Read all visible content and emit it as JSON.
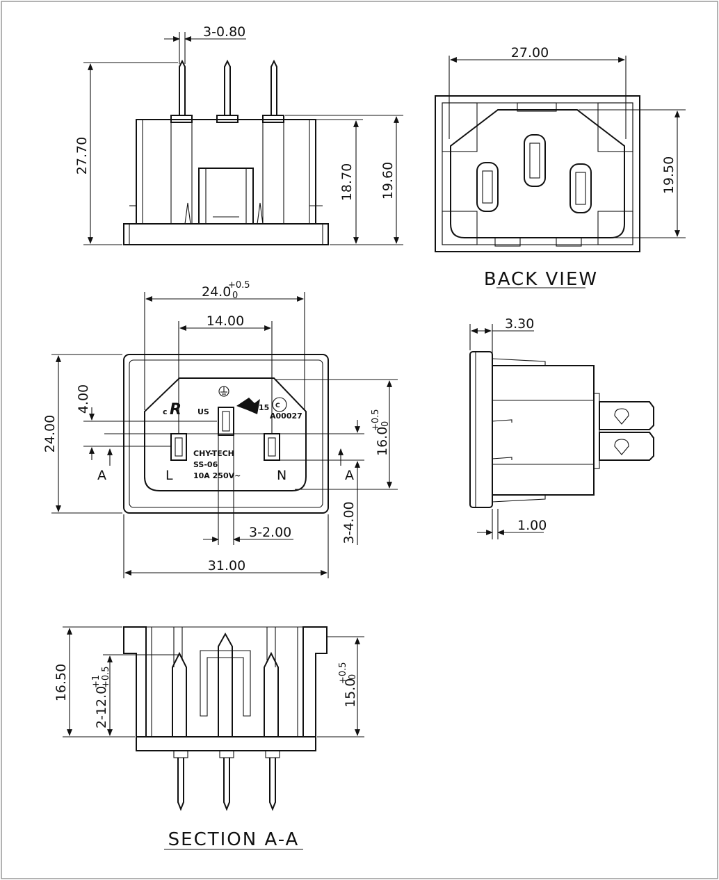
{
  "views": {
    "front": {
      "dim_pin_width": "3-0.80",
      "dim_total_height": "27.70",
      "dim_body_height": "18.70",
      "dim_height_2": "19.60"
    },
    "back": {
      "dim_width": "27.00",
      "dim_height": "19.50",
      "title": "BACK VIEW"
    },
    "top": {
      "dim_width_main": "24.0",
      "dim_width_tol_top": "+0.5",
      "dim_width_tol_bottom": "0",
      "dim_pin_span": "14.00",
      "dim_height": "24.00",
      "dim_pin_offset": "4.00",
      "dim_inner_height": "16.0",
      "dim_inner_tol_top": "+0.5",
      "dim_inner_tol_bottom": "0",
      "dim_pin_spacing": "3-4.00",
      "dim_slot_width": "3-2.00",
      "dim_flange_width": "31.00",
      "section_marker_left": "A",
      "section_marker_right": "A",
      "label_left": "L",
      "label_right": "N",
      "brand": "CHY-TECH",
      "model": "SS-06",
      "rating": "10A 250V~",
      "cert_us": "US",
      "cert_c": "c",
      "cert_code": "15",
      "cert_ccc": "A00027"
    },
    "side": {
      "dim_flange": "3.30",
      "dim_lip": "1.00"
    },
    "section": {
      "dim_total": "16.50",
      "dim_pin_depth": "2-12.0",
      "dim_pin_tol_top": "+1",
      "dim_pin_tol_bottom": "+0.5",
      "dim_inner_depth": "15.0",
      "dim_inner_tol_top": "+0.5",
      "dim_inner_tol_bottom": "0",
      "title": "SECTION A-A"
    }
  }
}
